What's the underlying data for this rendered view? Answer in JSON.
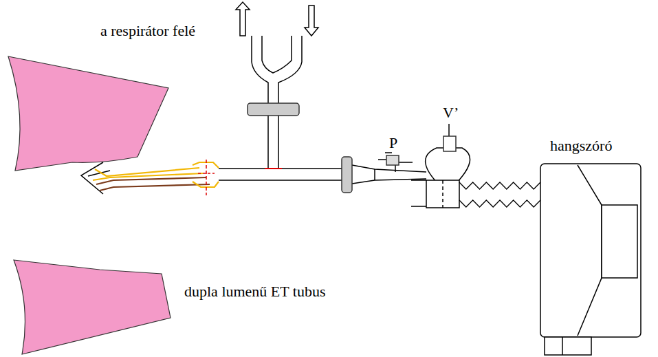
{
  "diagram": {
    "labels": [
      "a respirátor felé",
      "P",
      "V’",
      "hangszóró",
      "dupla lumenű ET tubus"
    ]
  }
}
